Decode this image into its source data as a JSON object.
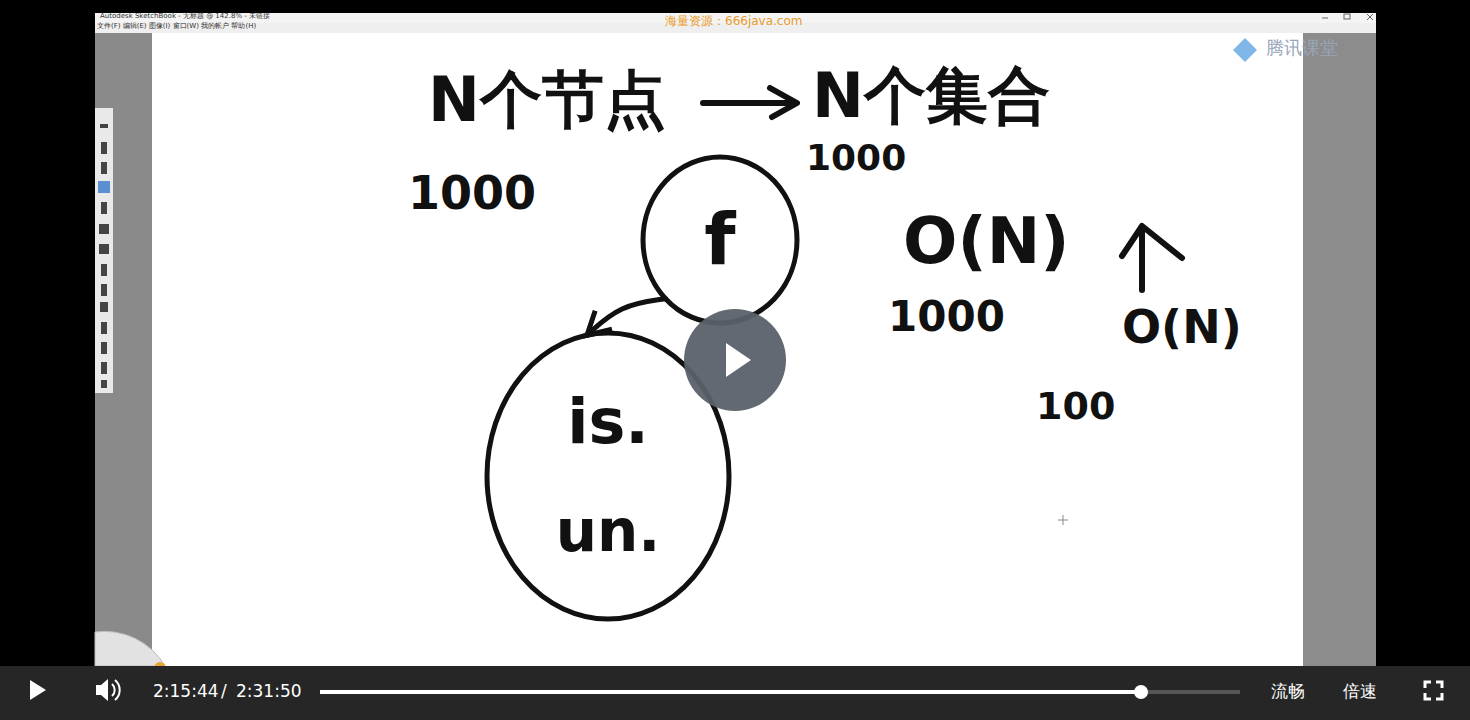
{
  "diagram": {
    "nodes": [
      {
        "text": [
          "f"
        ]
      },
      {
        "text": [
          "is.",
          "un."
        ]
      }
    ],
    "edges": [
      {
        "from": 0,
        "to": 1,
        "arrow": "to"
      }
    ],
    "labels": [
      "Autodesk SketchBook - 无标题 @ 142.8% - 未链接",
      "文件(F)  编辑(E)  图像(I)  窗口(W)  我的帐户  帮助(H)",
      "海量资源：666java.com",
      "腾讯课堂",
      "N个节点",
      "N个集合",
      "1000",
      "1000",
      "O(N)",
      "1000",
      "O(N)",
      "100",
      "2:15:44",
      "/",
      "2:31:50",
      "流畅",
      "倍速"
    ]
  }
}
